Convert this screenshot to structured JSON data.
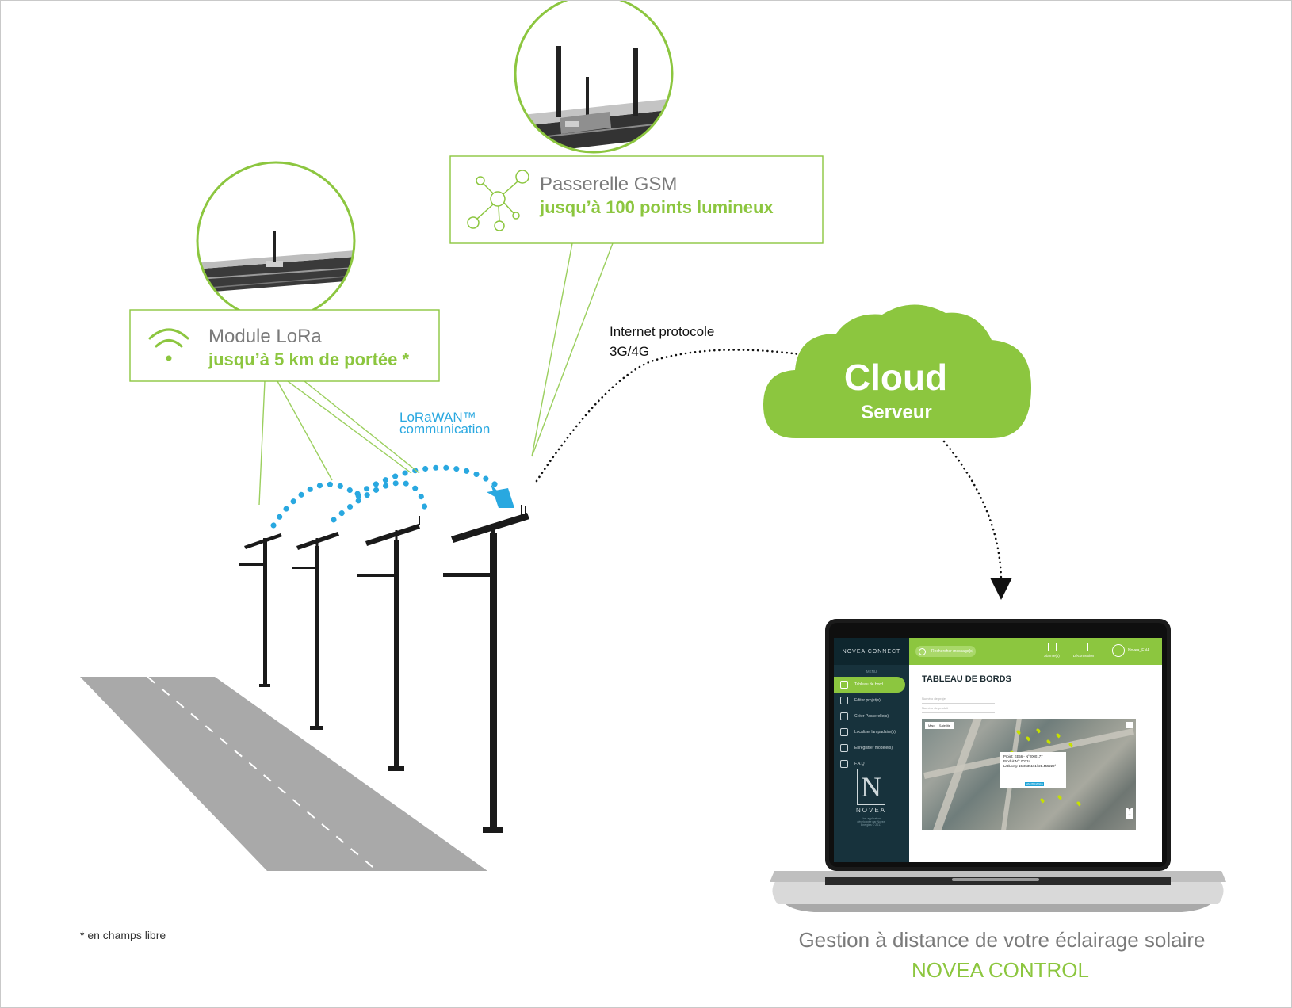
{
  "callouts": {
    "lora": {
      "title": "Module LoRa",
      "subtitle": "jusqu’à 5 km de portée *",
      "icon": "wifi-icon"
    },
    "gsm": {
      "title": "Passerelle GSM",
      "subtitle": "jusqu’à 100 points lumineux",
      "icon": "network-nodes-icon"
    }
  },
  "links": {
    "lorawan_line1": "LoRaWAN™",
    "lorawan_line2": "communication",
    "internet_line1": "Internet protocole",
    "internet_line2": "3G/4G"
  },
  "cloud": {
    "title": "Cloud",
    "subtitle": "Serveur"
  },
  "footnote": "* en champs libre",
  "caption": {
    "line1": "Gestion à distance de votre éclairage solaire",
    "line2": "NOVEA CONTROL"
  },
  "app": {
    "brand": "NOVEA CONNECT",
    "search_placeholder": "Rechercher message(s)",
    "top_buttons": [
      "Alarme(s)",
      "Déconnexion"
    ],
    "user": "Novea_ENA",
    "menu_head": "MENU",
    "menu": [
      "Tableau de bord",
      "Editer projet(s)",
      "Créer Passerelle(s)",
      "Localiser lampadaire(s)",
      "Enregistrer modèle(s)",
      "F.A.Q"
    ],
    "logo_letter": "N",
    "logo_name": "NOVEA",
    "copyright": "Une application développée par Novea Energies © 2017",
    "page_title": "TABLEAU DE BORDS",
    "fields": [
      "Numéro de projet",
      "Numéro de produit"
    ],
    "map_tabs": [
      "Map",
      "Satellite"
    ],
    "popup": {
      "projet": "Projet: KE56 - N°0000177",
      "produit": "Produit N°: 00134",
      "latlong": "Lat/Long: 15.3535161/ 21.455229°",
      "button": "MAINTENANCE"
    }
  },
  "colors": {
    "green": "#8cc63f",
    "blue": "#29a8e0",
    "grey_text": "#7a7a7a",
    "road": "#a9a9a9"
  }
}
